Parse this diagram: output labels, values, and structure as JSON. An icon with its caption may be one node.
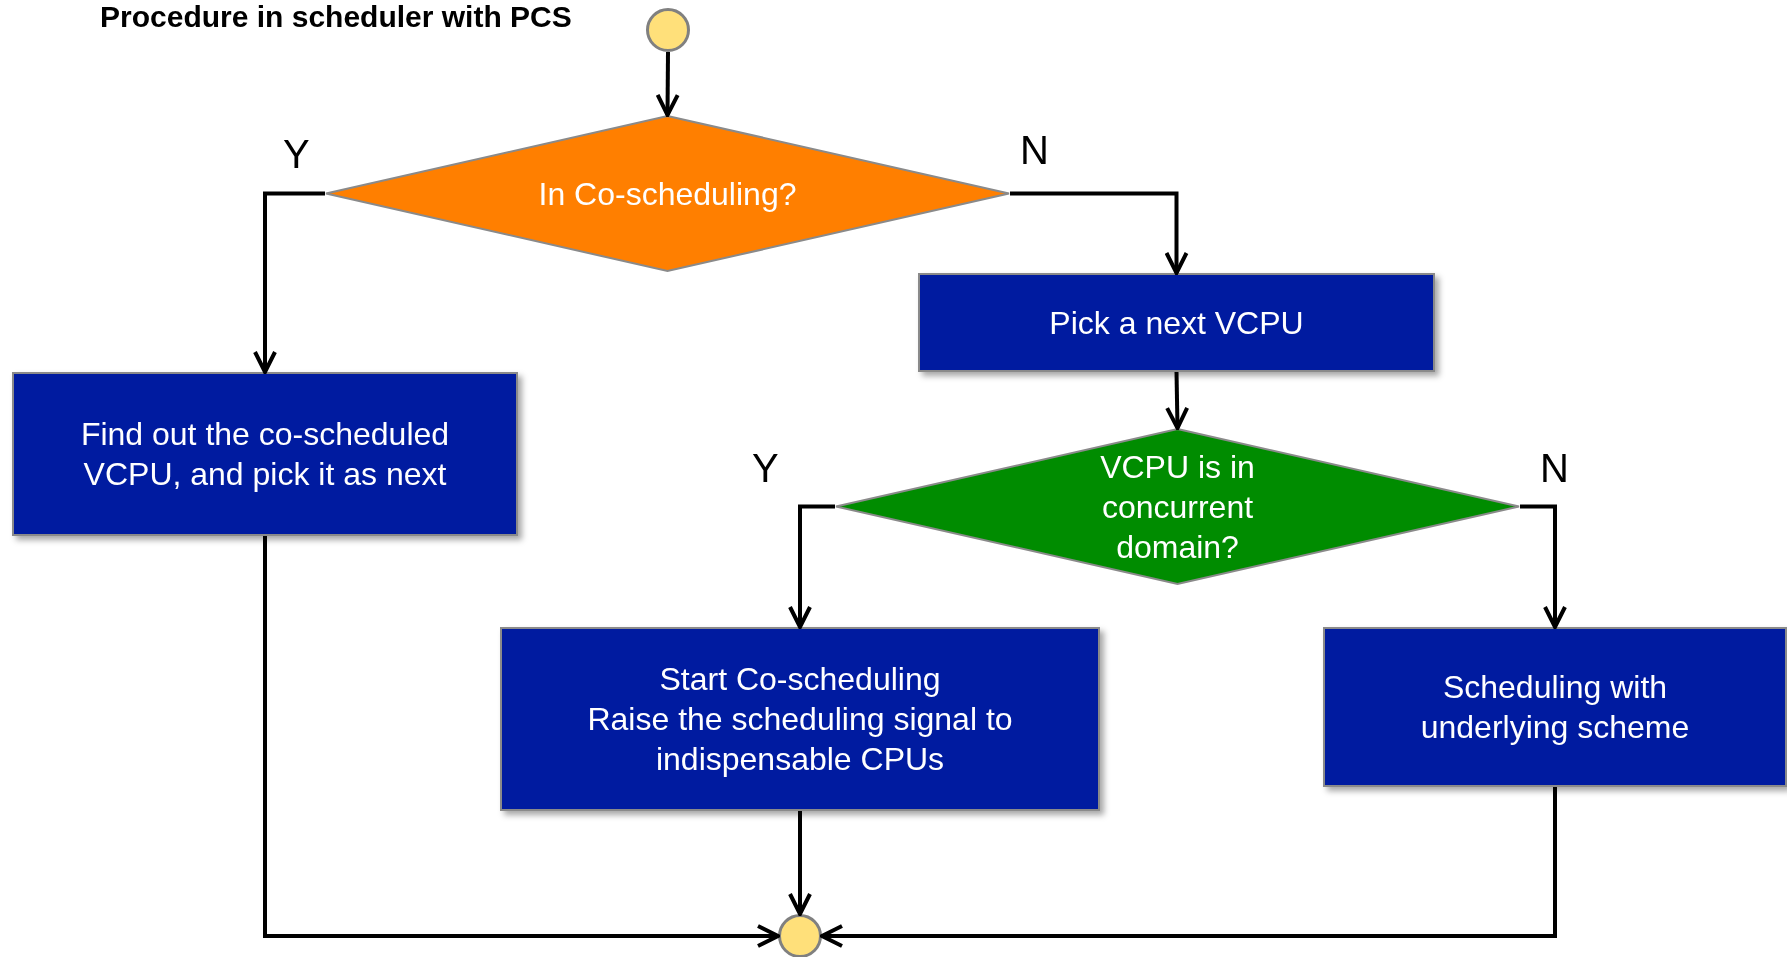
{
  "diagram": {
    "title": "Procedure in scheduler with PCS",
    "nodes": [
      {
        "text": [],
        "shape": "circle"
      },
      {
        "text": [
          "In Co-scheduling?"
        ]
      },
      {
        "text": [
          "Pick a next VCPU"
        ]
      },
      {
        "text": [
          "Find out the co-scheduled VCPU, and pick it as next"
        ]
      },
      {
        "text": [
          "VCPU is in concurrent domain?"
        ]
      },
      {
        "text": [
          "Start Co-scheduling",
          "Raise the scheduling signal to indispensable CPUs"
        ]
      },
      {
        "text": [
          "Scheduling with underlying scheme"
        ]
      },
      {
        "text": [],
        "shape": "circle"
      }
    ],
    "edges": [
      {
        "from": 0,
        "to": 1,
        "arrow": "to"
      },
      {
        "from": 1,
        "to": 3,
        "arrow": "to",
        "label": "Y"
      },
      {
        "from": 1,
        "to": 2,
        "arrow": "to",
        "label": "N"
      },
      {
        "from": 2,
        "to": 4,
        "arrow": "to"
      },
      {
        "from": 4,
        "to": 5,
        "arrow": "to",
        "label": "Y"
      },
      {
        "from": 4,
        "to": 6,
        "arrow": "to",
        "label": "N"
      },
      {
        "from": 3,
        "to": 7,
        "arrow": "to"
      },
      {
        "from": 5,
        "to": 7,
        "arrow": "to"
      },
      {
        "from": 6,
        "to": 7,
        "arrow": "to"
      }
    ]
  }
}
